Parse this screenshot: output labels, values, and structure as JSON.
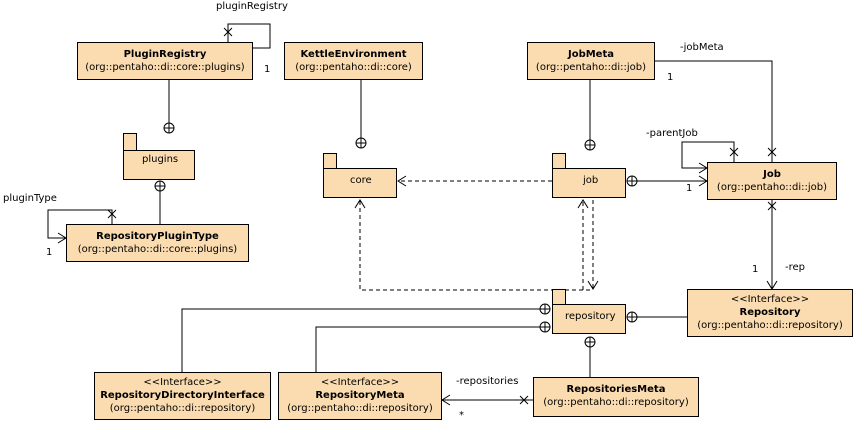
{
  "classes": {
    "plugin_registry": {
      "name": "PluginRegistry",
      "pkg": "(org::pentaho::di::core::plugins)"
    },
    "kettle_environment": {
      "name": "KettleEnvironment",
      "pkg": "(org::pentaho::di::core)"
    },
    "job_meta": {
      "name": "JobMeta",
      "pkg": "(org::pentaho::di::job)"
    },
    "job": {
      "name": "Job",
      "pkg": "(org::pentaho::di::job)"
    },
    "repository_plugin_type": {
      "name": "RepositoryPluginType",
      "pkg": "(org::pentaho::di::core::plugins)"
    },
    "repository": {
      "stereo": "<<Interface>>",
      "name": "Repository",
      "pkg": "(org::pentaho::di::repository)"
    },
    "repository_directory_interface": {
      "stereo": "<<Interface>>",
      "name": "RepositoryDirectoryInterface",
      "pkg": "(org::pentaho::di::repository)"
    },
    "repository_meta": {
      "stereo": "<<Interface>>",
      "name": "RepositoryMeta",
      "pkg": "(org::pentaho::di::repository)"
    },
    "repositories_meta": {
      "name": "RepositoriesMeta",
      "pkg": "(org::pentaho::di::repository)"
    }
  },
  "packages": {
    "plugins": "plugins",
    "core": "core",
    "job": "job",
    "repository": "repository"
  },
  "labels": {
    "plugin_registry_role": "pluginRegistry",
    "plugin_registry_mult": "1",
    "plugin_type_role": "pluginType",
    "plugin_type_mult": "1",
    "job_meta_role": "-jobMeta",
    "job_meta_mult": "1",
    "parent_job_role": "-parentJob",
    "job_mult": "1",
    "rep_role": "-rep",
    "rep_mult": "1",
    "repositories_role": "-repositories",
    "repositories_mult": "*"
  },
  "colors": {
    "box_fill": "#fbdcb0",
    "line": "#000000"
  }
}
